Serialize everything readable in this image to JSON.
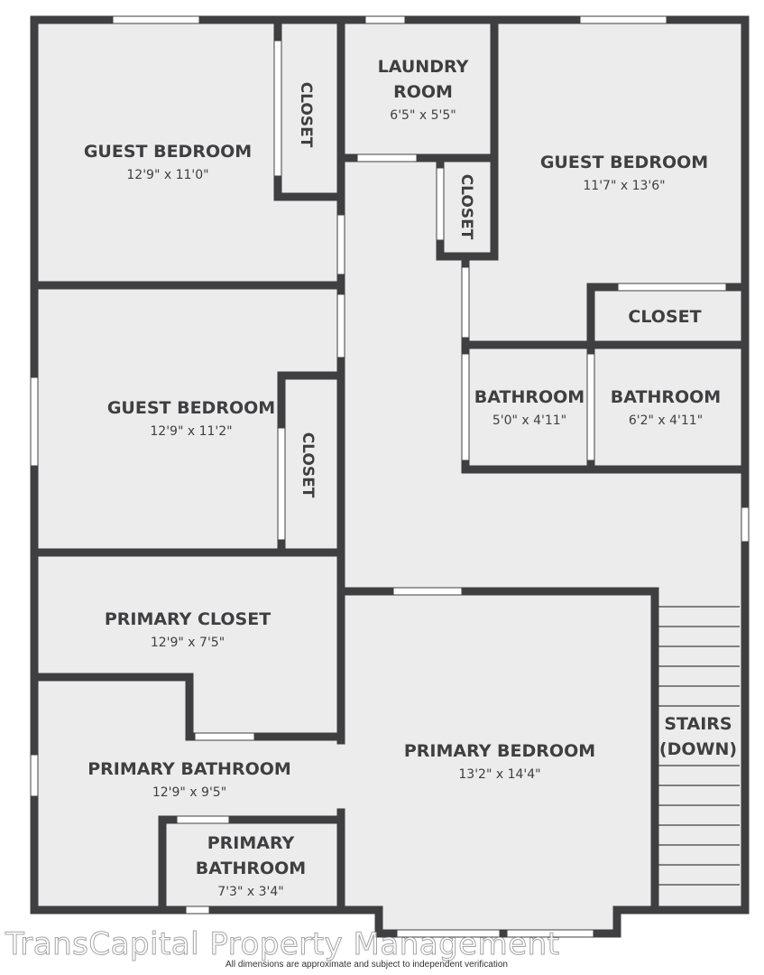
{
  "colors": {
    "wall": "#3f3f41",
    "floor": "#ececec",
    "window": "#ffffff",
    "text": "#3f3f41"
  },
  "rooms": {
    "guest_bedroom_1": {
      "name": "GUEST BEDROOM",
      "dims": "12'9\" x 11'0\""
    },
    "guest_bedroom_2": {
      "name": "GUEST BEDROOM",
      "dims": "12'9\" x 11'2\""
    },
    "guest_bedroom_3": {
      "name": "GUEST BEDROOM",
      "dims": "11'7\" x 13'6\""
    },
    "laundry": {
      "name_line1": "LAUNDRY",
      "name_line2": "ROOM",
      "dims": "6'5\" x 5'5\""
    },
    "closet_a": {
      "name": "CLOSET"
    },
    "closet_b": {
      "name": "CLOSET"
    },
    "closet_c": {
      "name": "CLOSET"
    },
    "closet_d": {
      "name": "CLOSET"
    },
    "bathroom_1": {
      "name": "BATHROOM",
      "dims": "5'0\" x 4'11\""
    },
    "bathroom_2": {
      "name": "BATHROOM",
      "dims": "6'2\" x 4'11\""
    },
    "primary_closet": {
      "name": "PRIMARY CLOSET",
      "dims": "12'9\" x 7'5\""
    },
    "primary_bathroom": {
      "name": "PRIMARY BATHROOM",
      "dims": "12'9\" x 9'5\""
    },
    "primary_bathroom_small": {
      "name_line1": "PRIMARY",
      "name_line2": "BATHROOM",
      "dims": "7'3\" x 3'4\""
    },
    "primary_bedroom": {
      "name": "PRIMARY BEDROOM",
      "dims": "13'2\" x 14'4\""
    },
    "stairs": {
      "name_line1": "STAIRS",
      "name_line2": "(DOWN)"
    }
  },
  "watermark": "TransCapital Property Management",
  "disclaimer": "All dimensions are approximate and subject to independent verification"
}
